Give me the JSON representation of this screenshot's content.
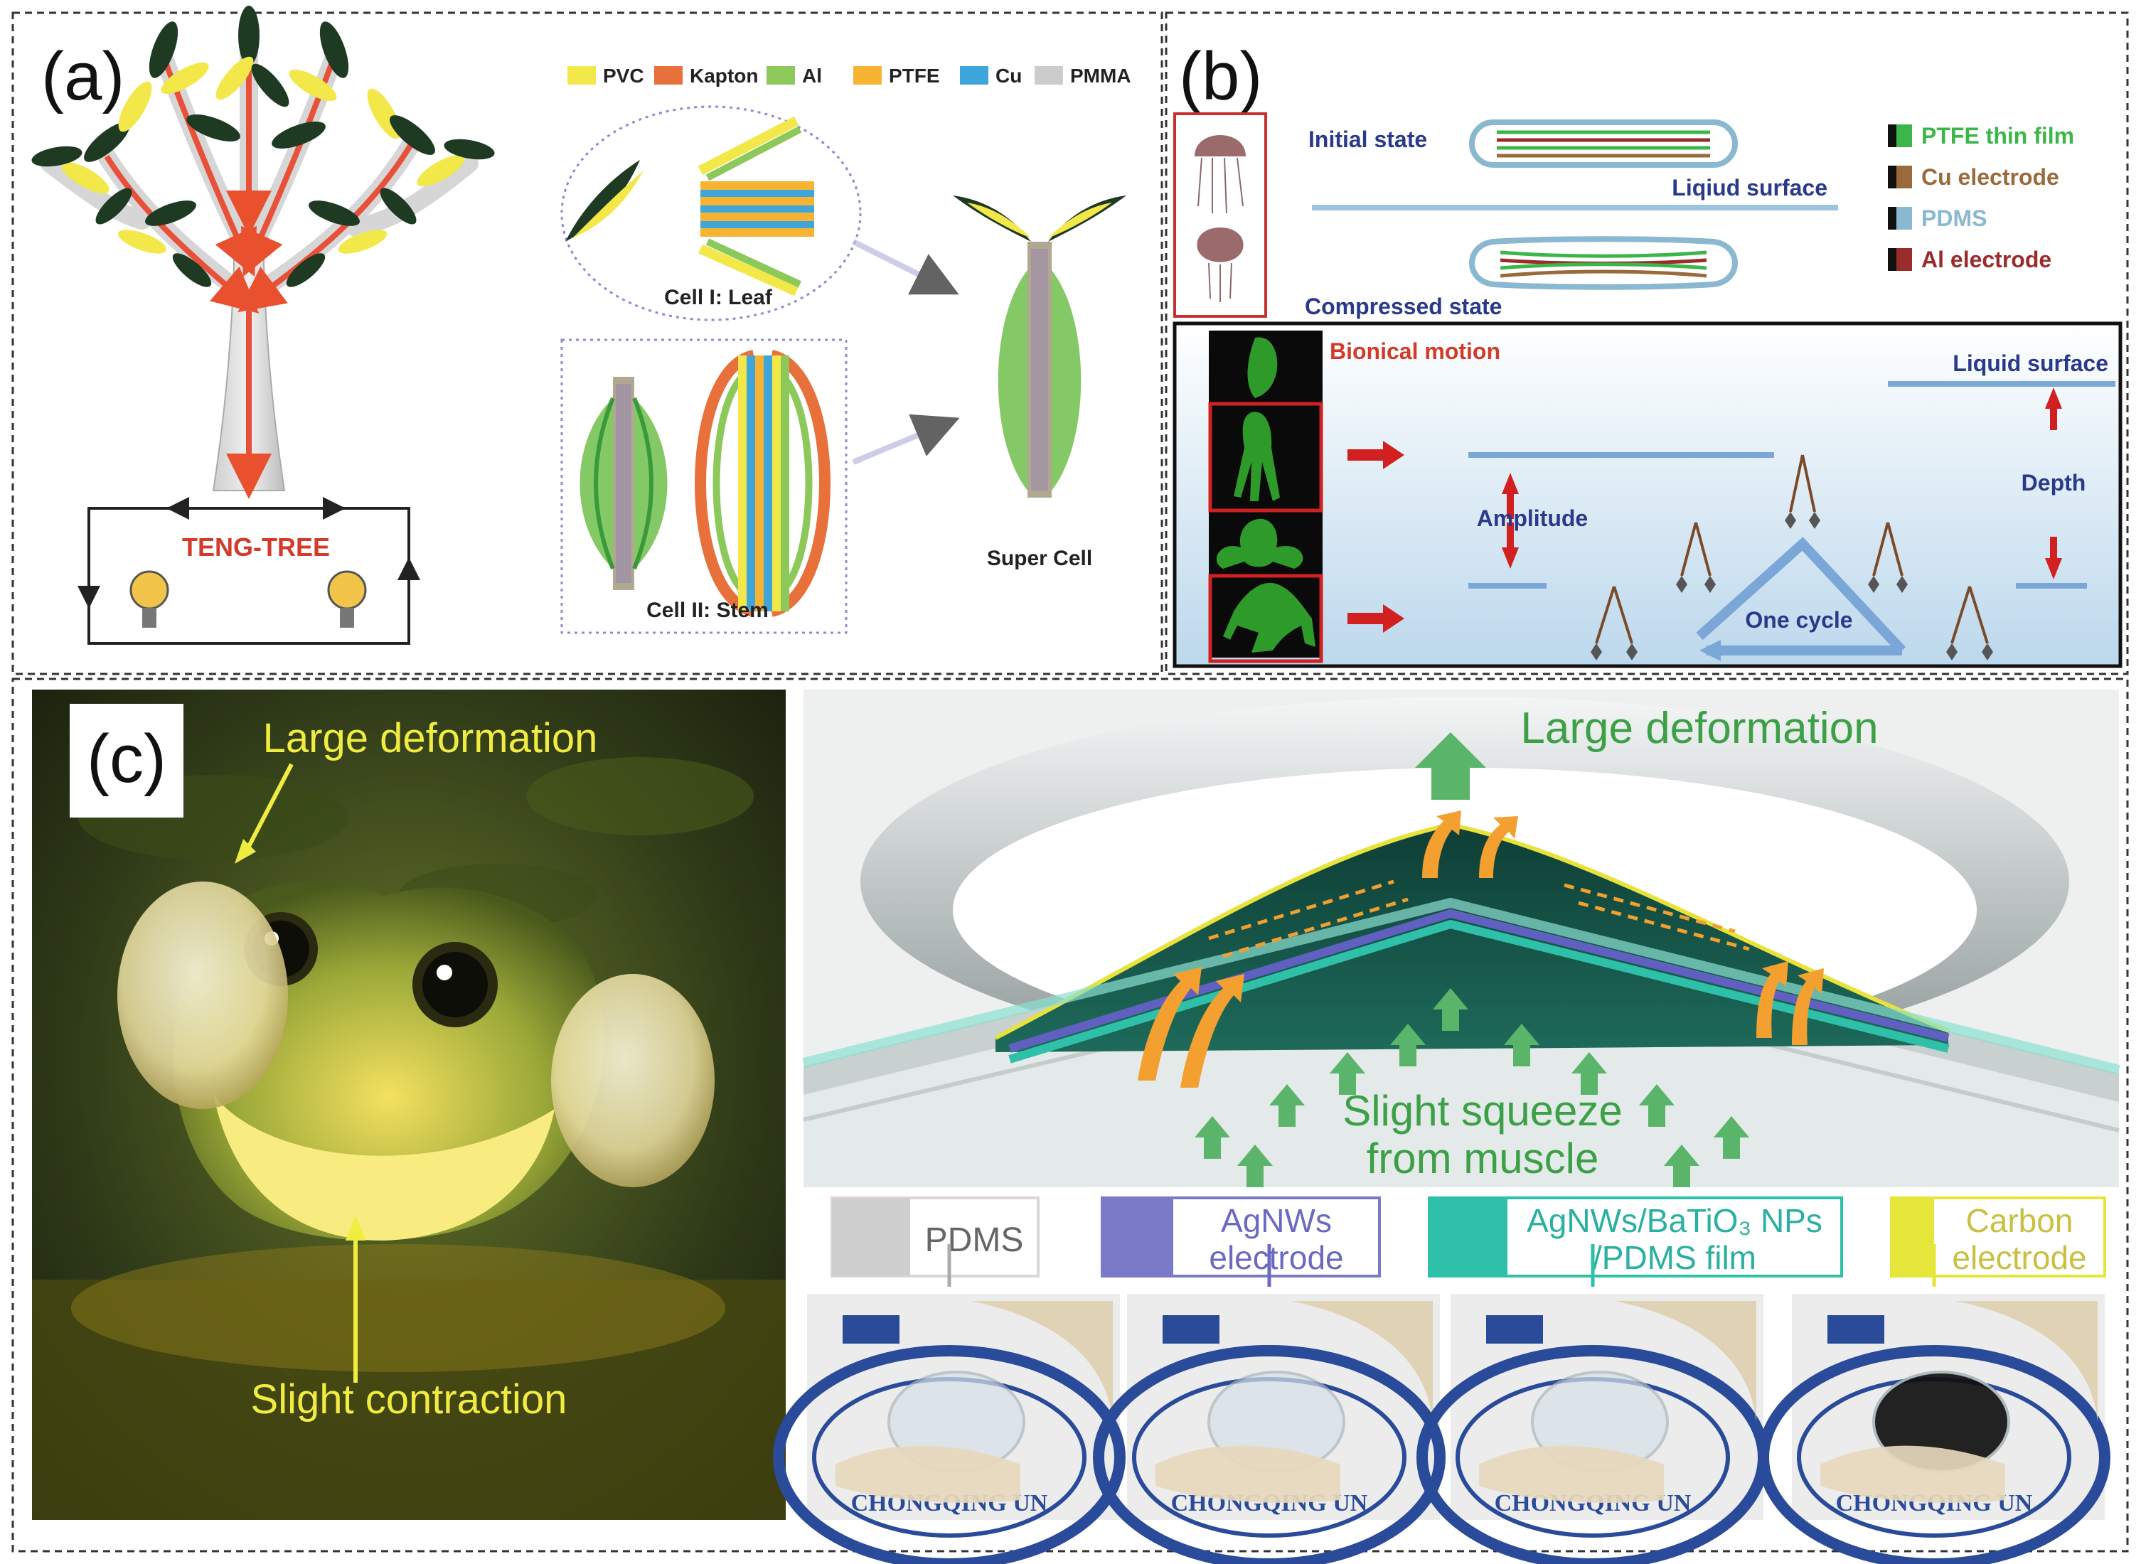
{
  "panel_a": {
    "label": "(a)",
    "legend": [
      {
        "name": "PVC",
        "color": "#f2e84a"
      },
      {
        "name": "Kapton",
        "color": "#e8703a"
      },
      {
        "name": "Al",
        "color": "#8cc85a"
      },
      {
        "name": "PTFE",
        "color": "#f6b432"
      },
      {
        "name": "Cu",
        "color": "#3fa6dc"
      },
      {
        "name": "PMMA",
        "color": "#cccccc"
      }
    ],
    "tree_label": "TENG-TREE",
    "cell1_label": "Cell I: Leaf",
    "cell2_label": "Cell II: Stem",
    "super_cell_label": "Super Cell"
  },
  "panel_b": {
    "label": "(b)",
    "initial_state": "Initial state",
    "liquid_surface_top": "Liqiud surface",
    "compressed_state": "Compressed state",
    "legend": [
      {
        "name": "PTFE thin film",
        "color": "#3cb64a"
      },
      {
        "name": "Cu electrode",
        "color": "#9a6a3a"
      },
      {
        "name": "PDMS",
        "color": "#8ab8d0"
      },
      {
        "name": "Al electrode",
        "color": "#9a2c2c"
      }
    ],
    "bionical_motion": "Bionical motion",
    "liquid_surface": "Liquid surface",
    "amplitude": "Amplitude",
    "depth": "Depth",
    "one_cycle": "One cycle"
  },
  "panel_c": {
    "label": "(c)",
    "large_deformation_left": "Large deformation",
    "slight_contraction": "Slight contraction",
    "large_deformation_right": "Large deformation",
    "squeeze_line1": "Slight squeeze",
    "squeeze_line2": "from muscle",
    "legend": [
      {
        "line1": "PDMS",
        "line2": "",
        "color": "#cfcfcf"
      },
      {
        "line1": "AgNWs",
        "line2": "electrode",
        "color": "#7a7ac8"
      },
      {
        "line1": "AgNWs/BaTiO₃ NPs",
        "line2": "/PDMS film",
        "color": "#2ec0a8"
      },
      {
        "line1": "Carbon",
        "line2": "electrode",
        "color": "#e6e63a"
      }
    ],
    "photo_text": "CHONGQING UN"
  },
  "colors": {
    "red_label": "#d23a2a",
    "navy_label": "#2a3a8a",
    "green_text": "#3ca046",
    "yellow_text": "#f0ec40"
  }
}
